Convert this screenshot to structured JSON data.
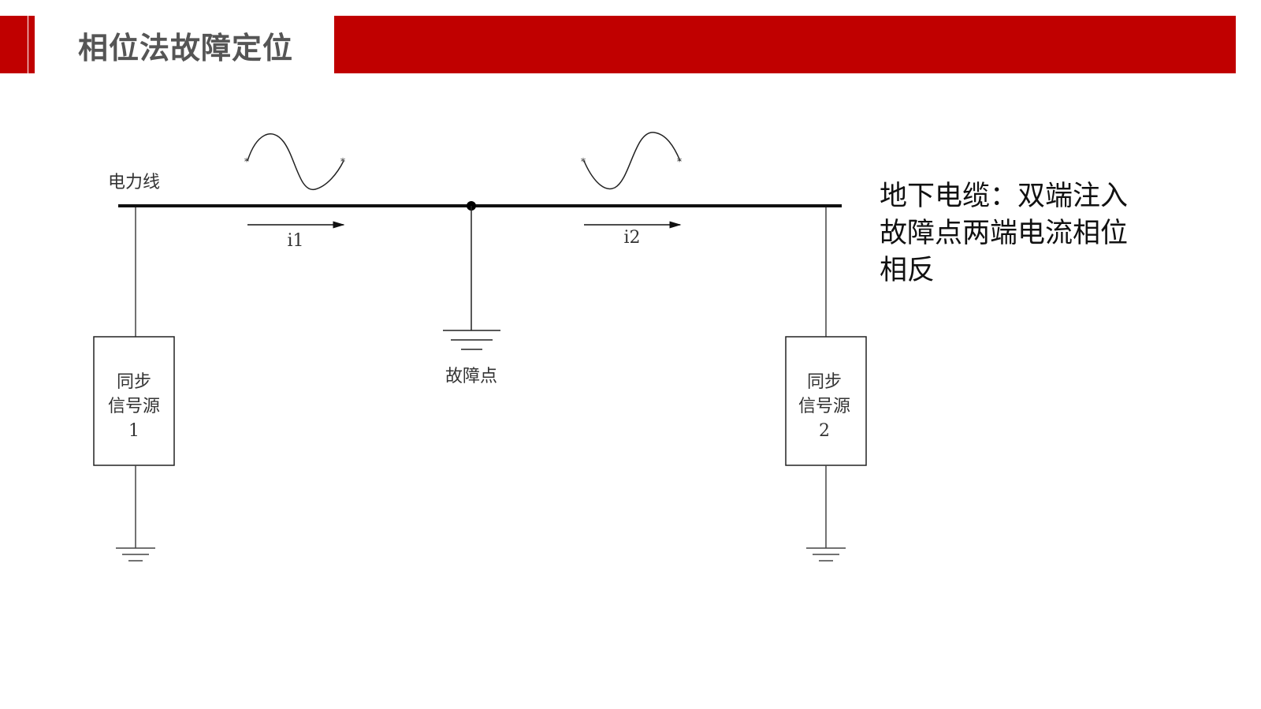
{
  "header": {
    "title": "相位法故障定位",
    "accent_color": "#c00000"
  },
  "diagram": {
    "line_label": "电力线",
    "current1_label": "i1",
    "current2_label": "i2",
    "fault_label": "故障点",
    "source1": {
      "line1": "同步",
      "line2": "信号源",
      "line3": "1"
    },
    "source2": {
      "line1": "同步",
      "line2": "信号源",
      "line3": "2"
    }
  },
  "description": {
    "line1": "地下电缆：双端注入",
    "line2": "故障点两端电流相位",
    "line3": "相反"
  }
}
